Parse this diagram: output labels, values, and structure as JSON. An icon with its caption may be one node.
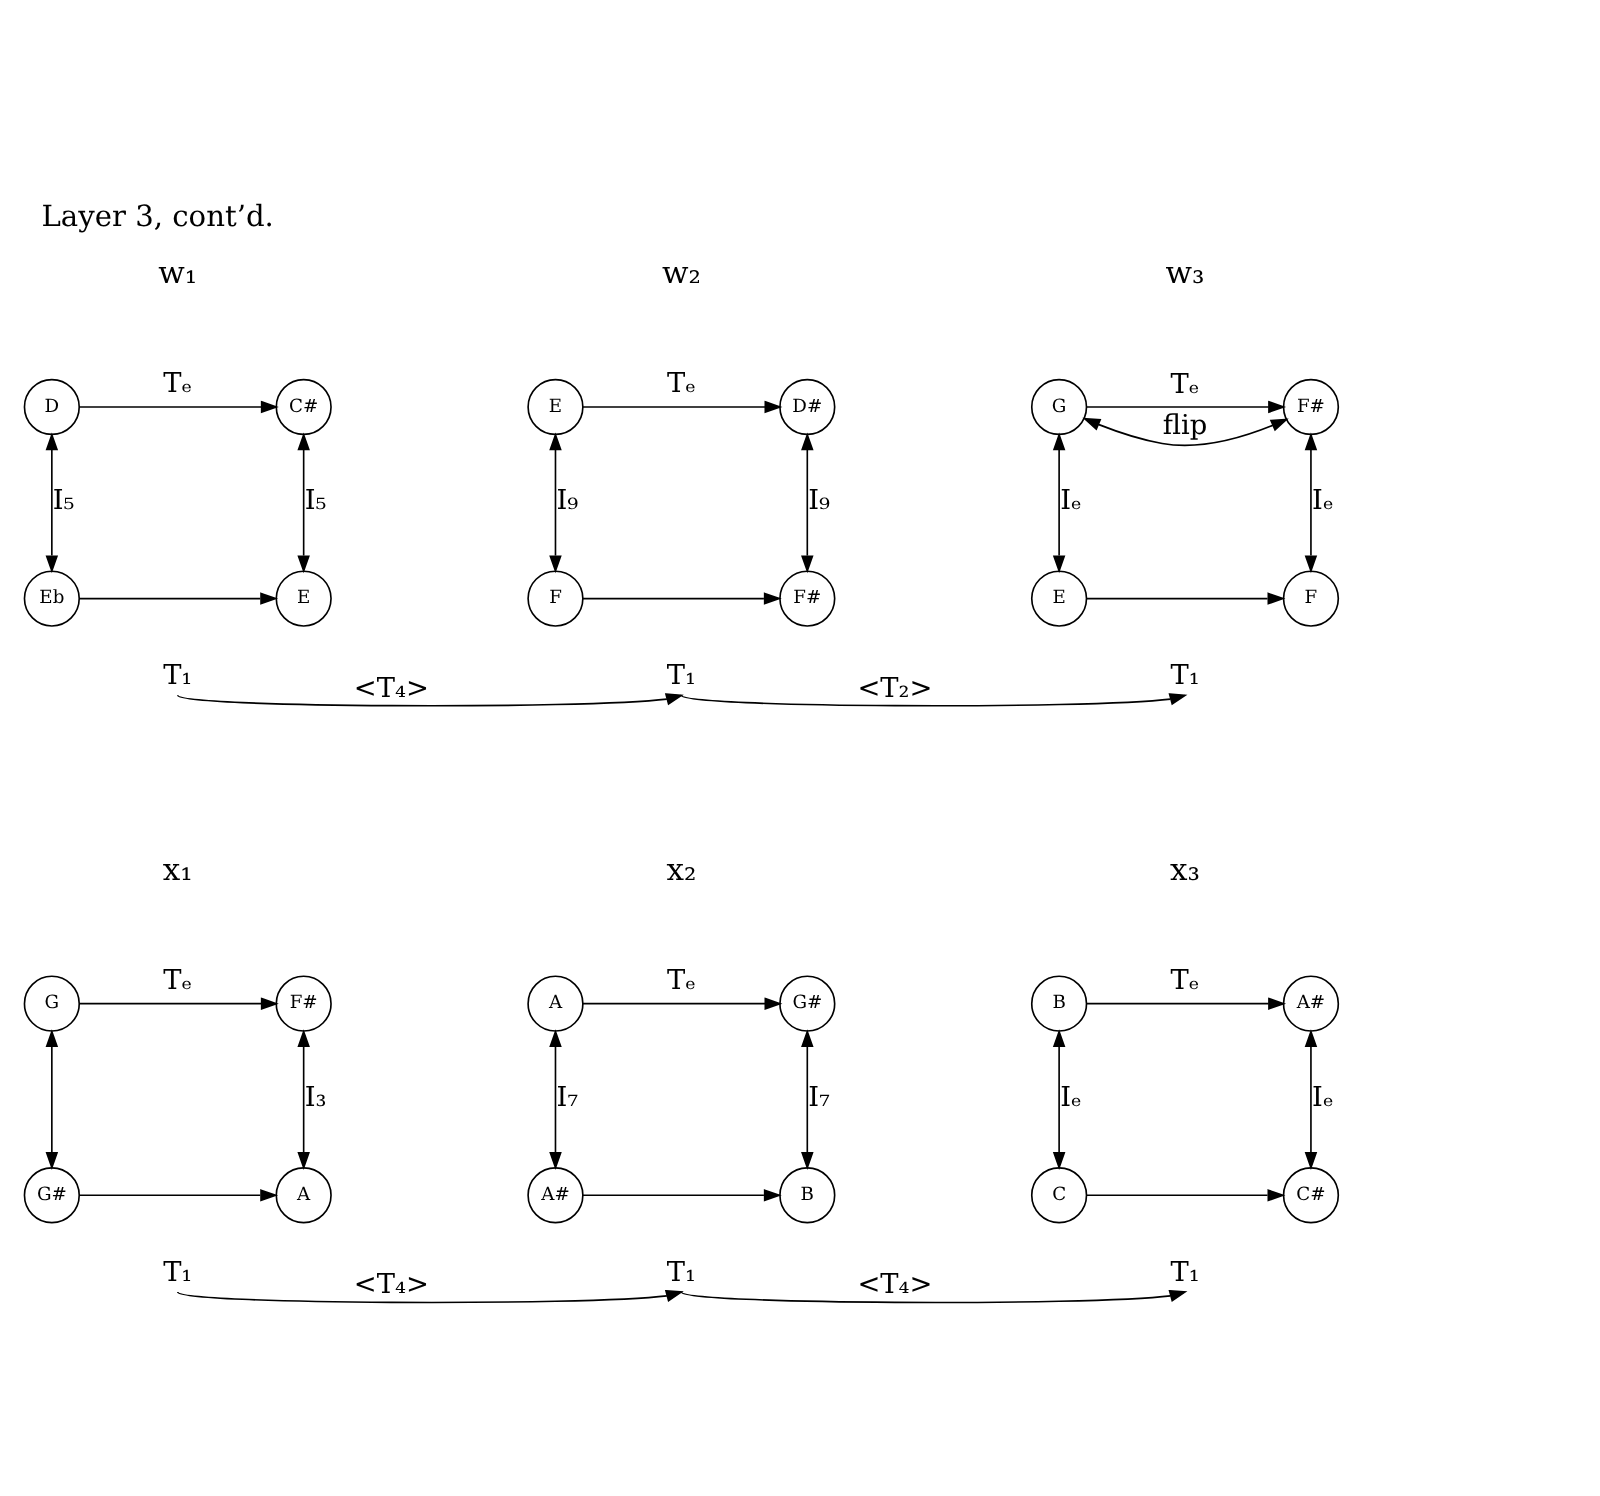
{
  "diagram": {
    "title": "Layer 3, cont’d.",
    "nodes": [
      {
        "text": [
          "D"
        ]
      },
      {
        "text": [
          "C#"
        ]
      },
      {
        "text": [
          "Eb"
        ]
      },
      {
        "text": [
          "E"
        ]
      },
      {
        "text": [
          "T₁"
        ]
      },
      {
        "text": [
          "E"
        ]
      },
      {
        "text": [
          "D#"
        ]
      },
      {
        "text": [
          "F"
        ]
      },
      {
        "text": [
          "F#"
        ]
      },
      {
        "text": [
          "T₁"
        ]
      },
      {
        "text": [
          "G"
        ]
      },
      {
        "text": [
          "F#"
        ]
      },
      {
        "text": [
          "E"
        ]
      },
      {
        "text": [
          "F"
        ]
      },
      {
        "text": [
          "T₁"
        ]
      },
      {
        "text": [
          "G"
        ]
      },
      {
        "text": [
          "F#"
        ]
      },
      {
        "text": [
          "G#"
        ]
      },
      {
        "text": [
          "A"
        ]
      },
      {
        "text": [
          "T₁"
        ]
      },
      {
        "text": [
          "A"
        ]
      },
      {
        "text": [
          "G#"
        ]
      },
      {
        "text": [
          "A#"
        ]
      },
      {
        "text": [
          "B"
        ]
      },
      {
        "text": [
          "T₁"
        ]
      },
      {
        "text": [
          "B"
        ]
      },
      {
        "text": [
          "A#"
        ]
      },
      {
        "text": [
          "C"
        ]
      },
      {
        "text": [
          "C#"
        ]
      },
      {
        "text": [
          "T₁"
        ]
      }
    ],
    "edges": [
      {
        "from": 0,
        "to": 1,
        "arrow": "to",
        "label": "Tₑ"
      },
      {
        "from": 0,
        "to": 2,
        "arrow": "both",
        "label": "I₅"
      },
      {
        "from": 1,
        "to": 3,
        "arrow": "both",
        "label": "I₅"
      },
      {
        "from": 2,
        "to": 3,
        "arrow": "to"
      },
      {
        "from": 5,
        "to": 6,
        "arrow": "to",
        "label": "Tₑ"
      },
      {
        "from": 5,
        "to": 7,
        "arrow": "both",
        "label": "I₉"
      },
      {
        "from": 6,
        "to": 8,
        "arrow": "both",
        "label": "I₉"
      },
      {
        "from": 7,
        "to": 8,
        "arrow": "to"
      },
      {
        "from": 10,
        "to": 11,
        "arrow": "to",
        "label": "Tₑ"
      },
      {
        "from": 10,
        "to": 11,
        "arrow": "both",
        "label": "flip"
      },
      {
        "from": 10,
        "to": 12,
        "arrow": "both",
        "label": "Iₑ"
      },
      {
        "from": 11,
        "to": 13,
        "arrow": "both",
        "label": "Iₑ"
      },
      {
        "from": 12,
        "to": 13,
        "arrow": "to"
      },
      {
        "from": 15,
        "to": 16,
        "arrow": "to",
        "label": "Tₑ"
      },
      {
        "from": 15,
        "to": 17,
        "arrow": "both"
      },
      {
        "from": 16,
        "to": 18,
        "arrow": "both",
        "label": "I₃"
      },
      {
        "from": 17,
        "to": 18,
        "arrow": "to"
      },
      {
        "from": 20,
        "to": 21,
        "arrow": "to",
        "label": "Tₑ"
      },
      {
        "from": 20,
        "to": 22,
        "arrow": "both",
        "label": "I₇"
      },
      {
        "from": 21,
        "to": 23,
        "arrow": "both",
        "label": "I₇"
      },
      {
        "from": 22,
        "to": 23,
        "arrow": "to"
      },
      {
        "from": 25,
        "to": 26,
        "arrow": "to",
        "label": "Tₑ"
      },
      {
        "from": 25,
        "to": 27,
        "arrow": "both",
        "label": "Iₑ"
      },
      {
        "from": 26,
        "to": 28,
        "arrow": "both",
        "label": "Iₑ"
      },
      {
        "from": 27,
        "to": 28,
        "arrow": "to"
      },
      {
        "from": 4,
        "to": 9,
        "arrow": "to",
        "label": "<T₄>"
      },
      {
        "from": 9,
        "to": 14,
        "arrow": "to",
        "label": "<T₂>"
      },
      {
        "from": 19,
        "to": 24,
        "arrow": "to",
        "label": "<T₄>"
      },
      {
        "from": 24,
        "to": 29,
        "arrow": "to",
        "label": "<T₄>"
      }
    ],
    "labels": [
      "w₁",
      "w₂",
      "w₃",
      "x₁",
      "x₂",
      "x₃"
    ]
  }
}
